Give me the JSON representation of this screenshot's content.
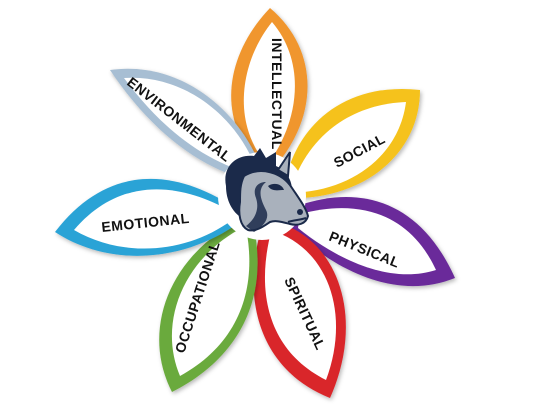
{
  "title": "",
  "petals": [
    {
      "id": "intellectual",
      "label": "INTELLECTUAL",
      "color": "#F0962F"
    },
    {
      "id": "social",
      "label": "SOCIAL",
      "color": "#F5C21B"
    },
    {
      "id": "physical",
      "label": "PHYSICAL",
      "color": "#6A2C9A"
    },
    {
      "id": "spiritual",
      "label": "SPIRITUAL",
      "color": "#D9262B"
    },
    {
      "id": "occupational",
      "label": "OCCUPATIONAL",
      "color": "#6BAA3C"
    },
    {
      "id": "emotional",
      "label": "EMOTIONAL",
      "color": "#2BA3D6"
    },
    {
      "id": "environmental",
      "label": "ENVIRONMENTAL",
      "color": "#A7BED3"
    }
  ],
  "center": {
    "icon": "horse-head-mascot-icon",
    "colors": {
      "navy": "#1B2A4A",
      "silver": "#A9B1BC",
      "white": "#FFFFFF"
    }
  }
}
